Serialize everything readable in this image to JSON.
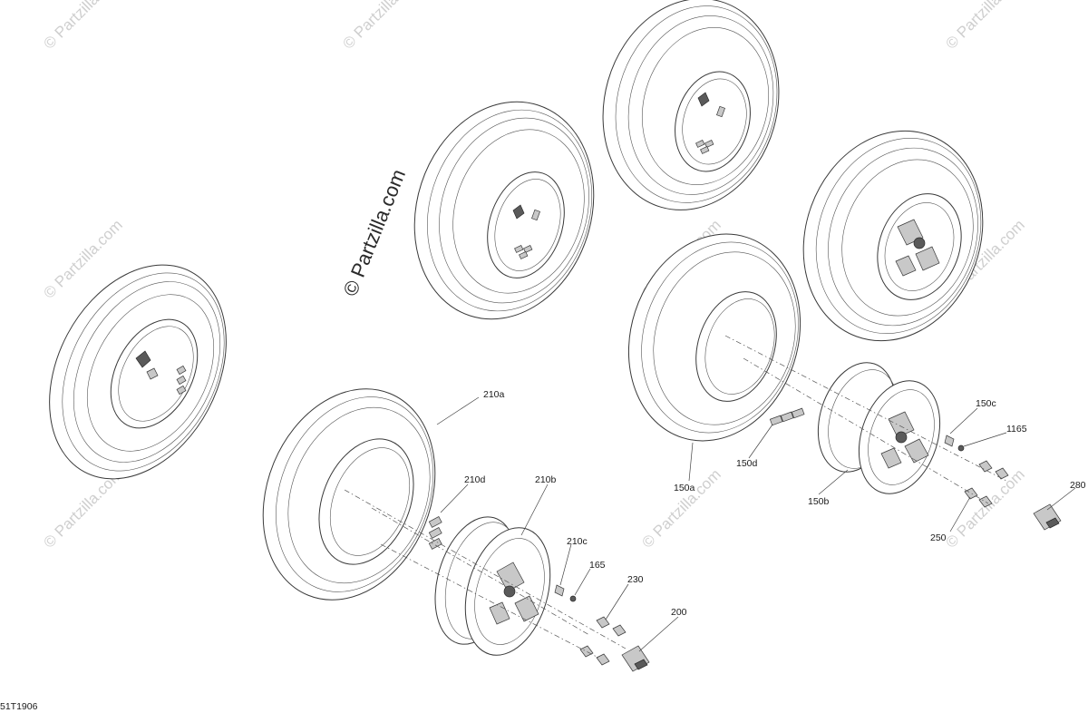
{
  "watermarks": {
    "repeat_text": "© Partzilla.com",
    "main_text": "© Partzilla.com"
  },
  "diagram_code": "51T1906",
  "callouts": [
    {
      "id": "210a",
      "text": "210a"
    },
    {
      "id": "210d",
      "text": "210d"
    },
    {
      "id": "210b",
      "text": "210b"
    },
    {
      "id": "210c",
      "text": "210c"
    },
    {
      "id": "165",
      "text": "165"
    },
    {
      "id": "230",
      "text": "230"
    },
    {
      "id": "200",
      "text": "200"
    },
    {
      "id": "150a",
      "text": "150a"
    },
    {
      "id": "150d",
      "text": "150d"
    },
    {
      "id": "150b",
      "text": "150b"
    },
    {
      "id": "150c",
      "text": "150c"
    },
    {
      "id": "1165",
      "text": "1165"
    },
    {
      "id": "250",
      "text": "250"
    },
    {
      "id": "280",
      "text": "280"
    }
  ]
}
